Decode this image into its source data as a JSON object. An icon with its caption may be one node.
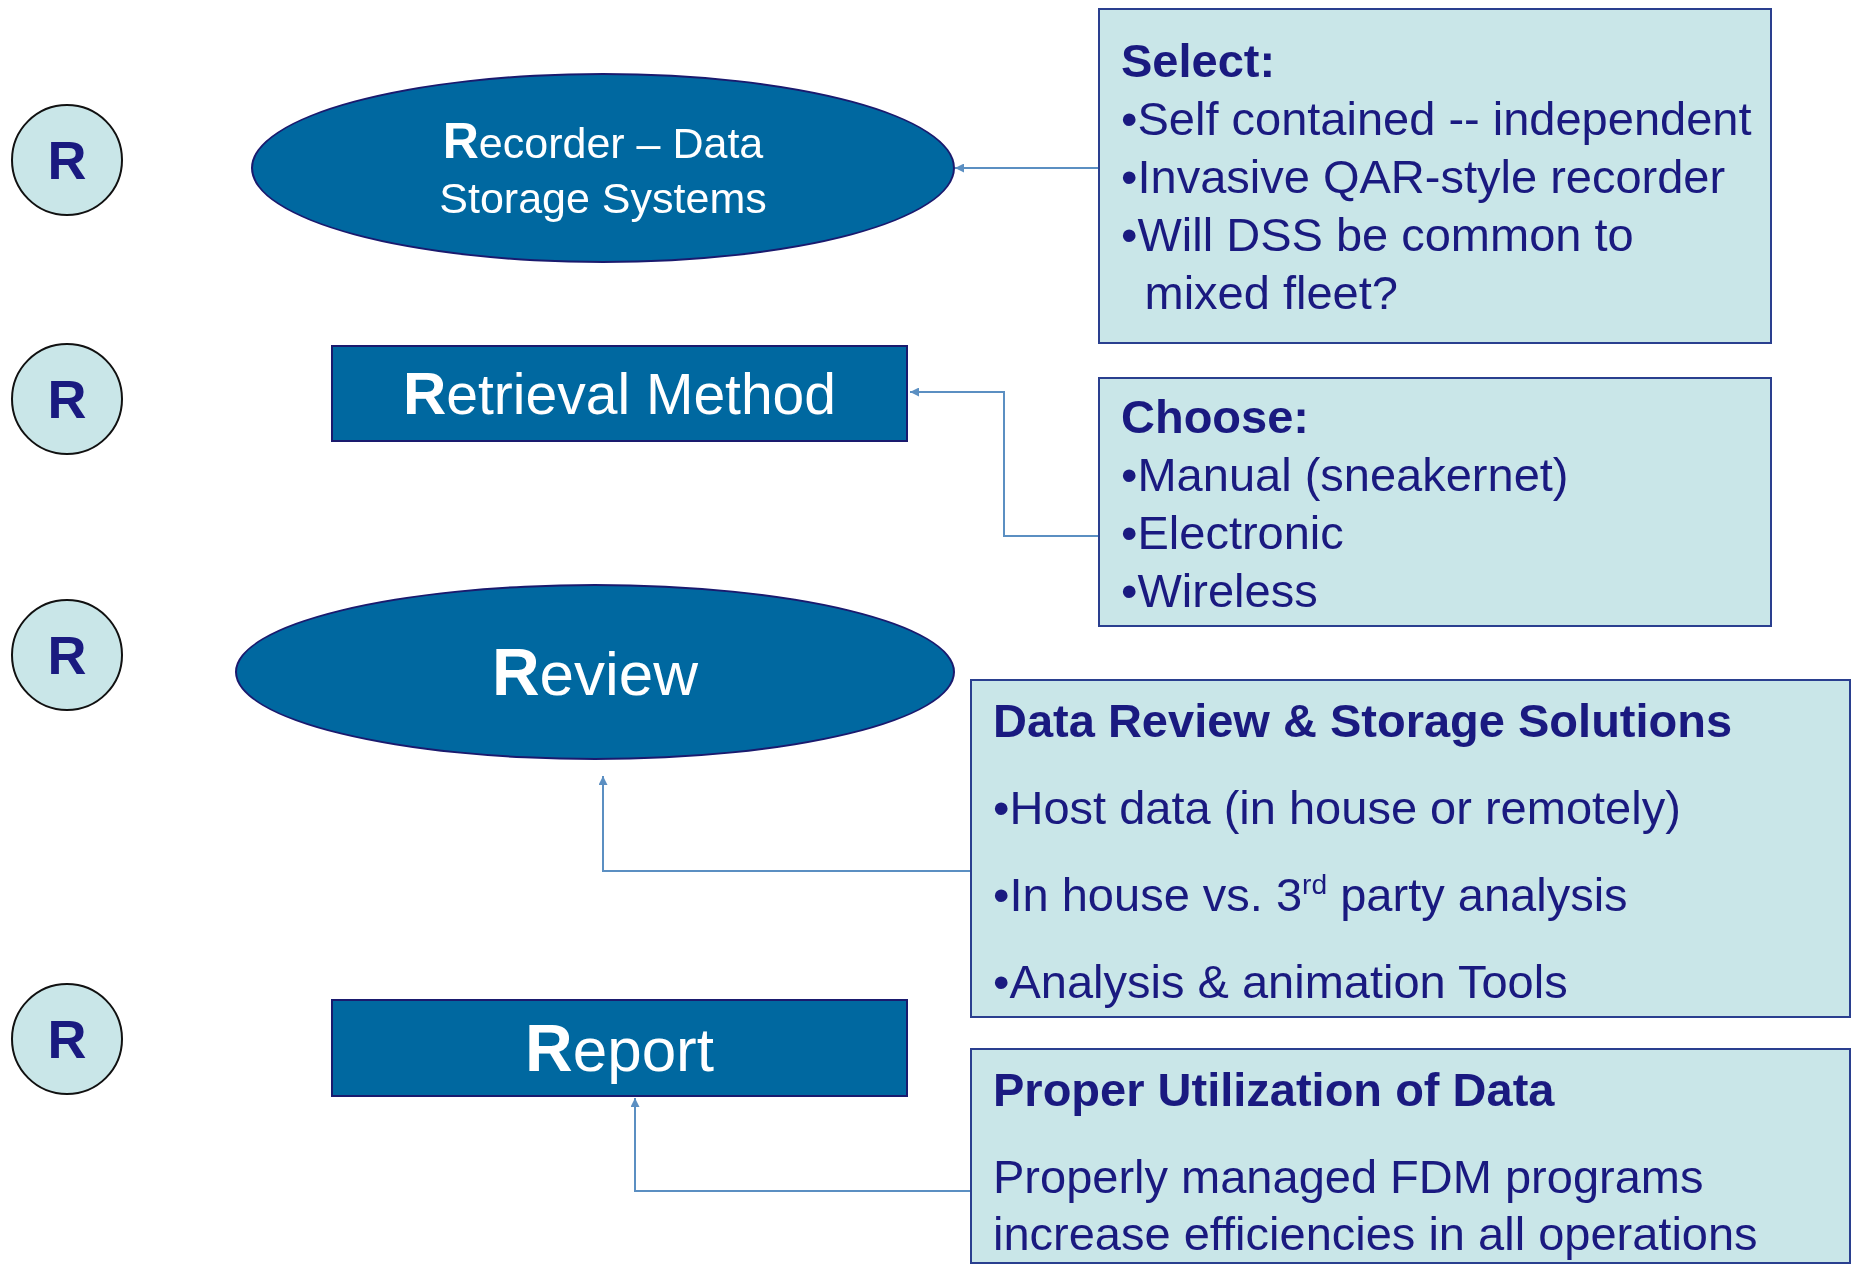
{
  "diagram": {
    "nodes": [
      {
        "text": [
          "R"
        ]
      },
      {
        "text": [
          "**R**ecorder – Data Storage Systems"
        ]
      },
      {
        "text": [
          "Select:",
          "•Self contained -- independent",
          "•Invasive QAR-style recorder",
          "•Will DSS be common to mixed fleet?"
        ]
      },
      {
        "text": [
          "R"
        ]
      },
      {
        "text": [
          "**R**etrieval Method"
        ]
      },
      {
        "text": [
          "Choose:",
          "•Manual (sneakernet)",
          "•Electronic",
          "•Wireless"
        ]
      },
      {
        "text": [
          "R"
        ]
      },
      {
        "text": [
          "**R**eview"
        ]
      },
      {
        "text": [
          "Data Review & Storage Solutions",
          "•Host data (in house or remotely)",
          "•In house vs. 3$^{rd}$ party analysis",
          "•Analysis & animation Tools"
        ]
      },
      {
        "text": [
          "R"
        ]
      },
      {
        "text": [
          "**R**eport"
        ]
      },
      {
        "text": [
          "Proper Utilization of Data",
          "Properly managed FDM programs increase efficiencies in all operations"
        ]
      }
    ],
    "edges": [
      {
        "from": 2,
        "to": 1,
        "arrow": "to"
      },
      {
        "from": 5,
        "to": 4,
        "arrow": "to"
      },
      {
        "from": 8,
        "to": 7,
        "arrow": "to"
      },
      {
        "from": 11,
        "to": 10,
        "arrow": "to"
      }
    ]
  }
}
